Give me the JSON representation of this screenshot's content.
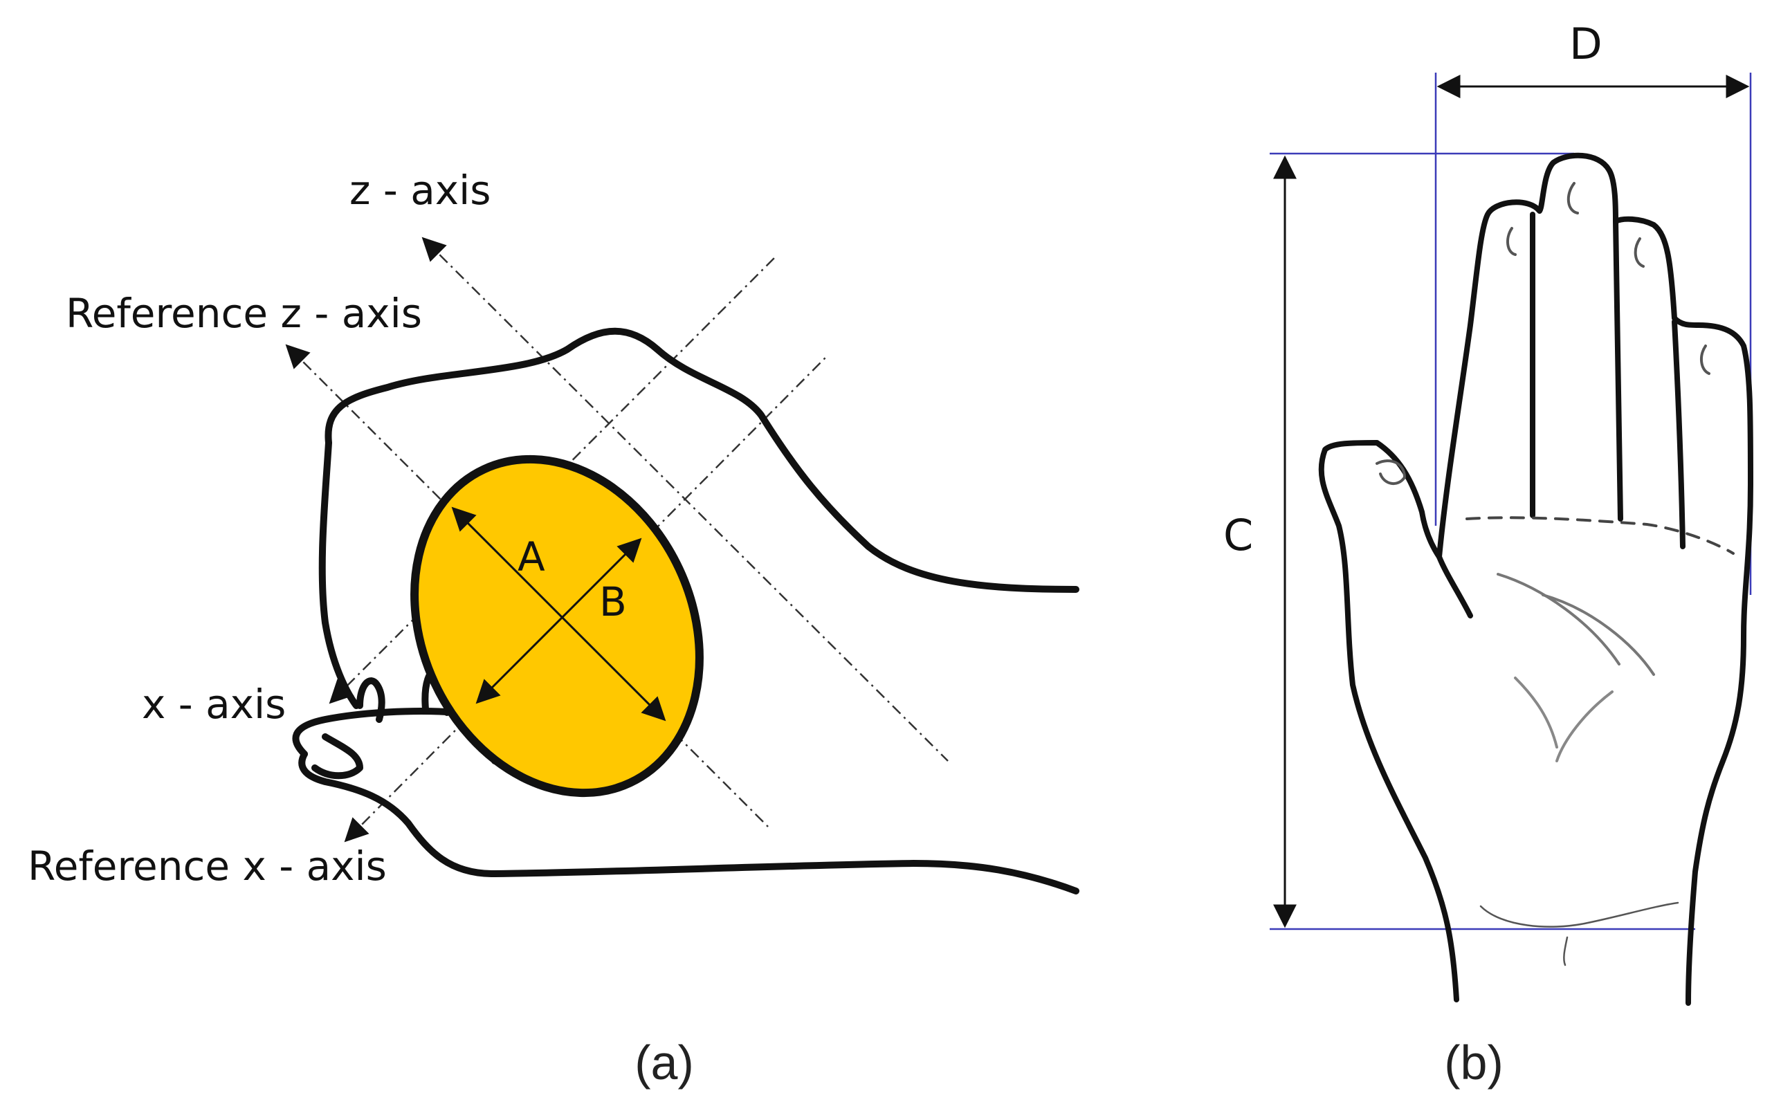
{
  "panel_a": {
    "caption": "(a)",
    "labels": {
      "z_axis": "z - axis",
      "ref_z_axis": "Reference z - axis",
      "x_axis": "x - axis",
      "ref_x_axis": "Reference x - axis",
      "dim_a": "A",
      "dim_b": "B"
    },
    "object_color": "#FFC800",
    "outline_color": "#111111"
  },
  "panel_b": {
    "caption": "(b)",
    "labels": {
      "dim_c": "C",
      "dim_d": "D"
    },
    "guide_color": "#3B3BB8"
  }
}
